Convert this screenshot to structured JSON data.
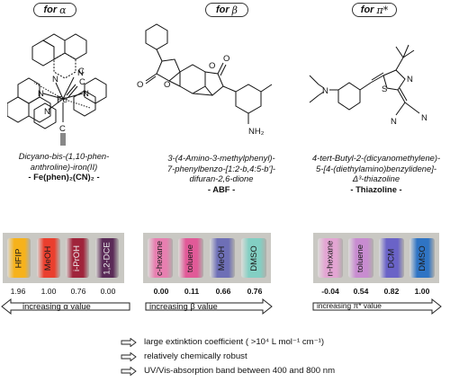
{
  "panels": [
    {
      "id": "alpha",
      "header_prefix": "for",
      "header_symbol": "α",
      "name_italic_lines": [
        "Dicyano-bis-(1,10-phen-",
        "anthroline)-iron(II)"
      ],
      "name_bold": "- Fe(phen)₂(CN)₂ -",
      "vials": [
        {
          "label": "HFIP",
          "color": "#f6b21c"
        },
        {
          "label": "MeOH",
          "color": "#ea3f2e"
        },
        {
          "label": "i-PrOH",
          "color": "#a0243b"
        },
        {
          "label": "1,2-DCE",
          "color": "#5a2a57"
        }
      ],
      "values": [
        "1.96",
        "1.00",
        "0.76",
        "0.00"
      ],
      "values_bold": false,
      "arrow_label": "increasing α value"
    },
    {
      "id": "beta",
      "header_prefix": "for",
      "header_symbol": "β",
      "name_italic_lines": [
        "3-(4-Amino-3-methylphenyl)-",
        "7-phenylbenzo-[1:2-b,4:5-b']-",
        "difuran-2,6-dione"
      ],
      "name_bold": "- ABF -",
      "vials": [
        {
          "label": "c-hexane",
          "color": "#e77fb0"
        },
        {
          "label": "toluene",
          "color": "#e15a98"
        },
        {
          "label": "MeOH",
          "color": "#6e6fb6"
        },
        {
          "label": "DMSO",
          "color": "#83cfc3"
        }
      ],
      "values": [
        "0.00",
        "0.11",
        "0.66",
        "0.76"
      ],
      "values_bold": true,
      "arrow_label": "increasing β value"
    },
    {
      "id": "pistar",
      "header_prefix": "for",
      "header_symbol": "π*",
      "name_italic_lines": [
        "4-tert-Butyl-2-(dicyanomethylene)-",
        "5-[4-(diethylamino)benzylidene]-",
        "Δ³-thiazoline"
      ],
      "name_bold": "- Thiazoline -",
      "vials": [
        {
          "label": "n-hexane",
          "color": "#e3a5d3"
        },
        {
          "label": "toluene",
          "color": "#c88cd0"
        },
        {
          "label": "DCM",
          "color": "#6a63c7"
        },
        {
          "label": "DMSO",
          "color": "#2f74c4"
        }
      ],
      "values": [
        "-0.04",
        "0.54",
        "0.82",
        "1.00"
      ],
      "values_bold": true,
      "arrow_label": "increasing π* value"
    }
  ],
  "molecule_labels": {
    "fe": "Fe",
    "n": "N",
    "c": "C",
    "o": "O",
    "s": "S",
    "nh2": "NH₂"
  },
  "criteria": [
    "large extinktion coefficient ( >10⁴ L mol⁻¹ cm⁻¹)",
    "relatively chemically robust",
    "UV/Vis-absorption band between 400 and 800 nm"
  ]
}
